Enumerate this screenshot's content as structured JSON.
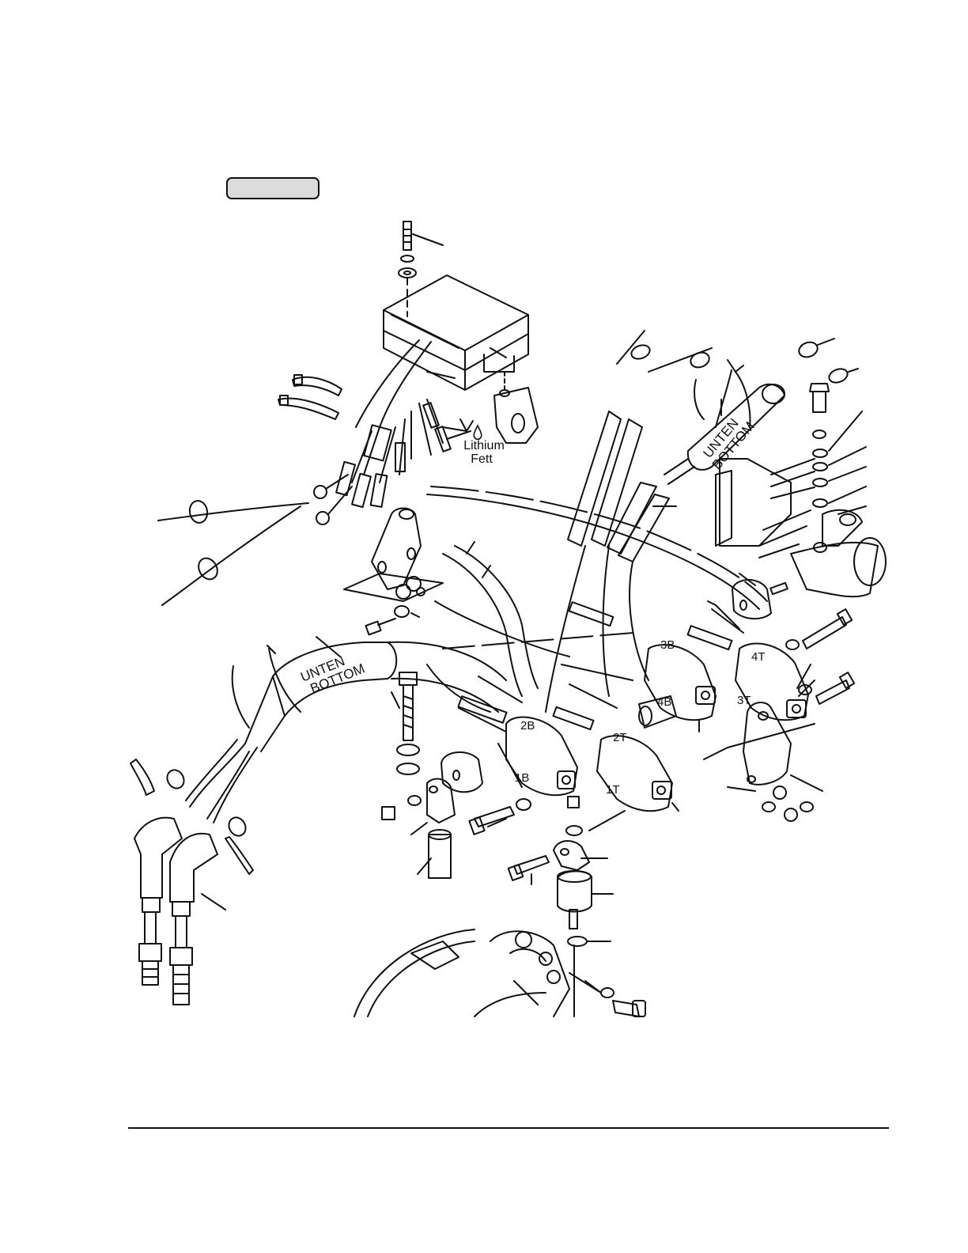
{
  "grease_note": {
    "line1": "Lithium",
    "line2": "Fett"
  },
  "bands": [
    {
      "line1": "UNTEN",
      "line2": "BOTTOM"
    },
    {
      "line1": "UNTEN",
      "line2": "BOTTOM"
    }
  ],
  "coil_labels": {
    "c3B": "3B",
    "c4T": "4T",
    "c4B": "4B",
    "c3T": "3T",
    "c2B": "2B",
    "c2T": "2T",
    "c1B": "1B",
    "c1T": "1T"
  }
}
